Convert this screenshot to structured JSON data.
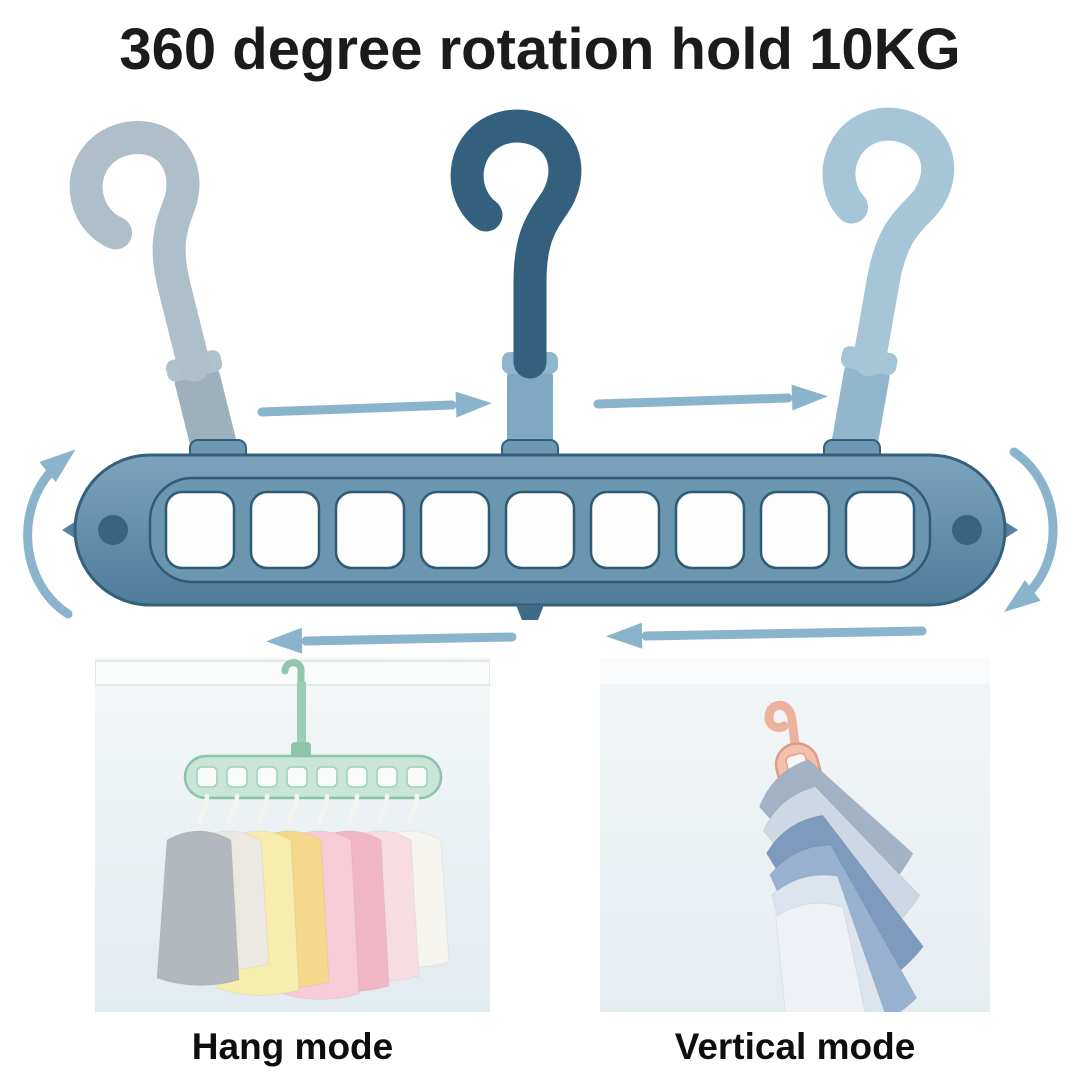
{
  "title": "360 degree rotation hold 10KG",
  "modes": [
    {
      "label": "Hang mode"
    },
    {
      "label": "Vertical mode"
    }
  ],
  "product": {
    "hole_count": 9,
    "hook_count": 3
  },
  "colors": {
    "title_text": "#1b1b1b",
    "label_text": "#0e0e0e",
    "bar_main": "#6a96b0",
    "bar_rim_dark": "#35607b",
    "hook_left": "#aebfc9",
    "hook_middle_dark": "#32607d",
    "hook_middle_collar": "#7fa9c3",
    "hook_right": "#a6c6d8",
    "rotation_arrow": "#8ab3cc",
    "hang_mode_hanger_green": "#c9e5d7",
    "vertical_mode_hanger_pink": "#f2c0ad",
    "background": "#ffffff"
  }
}
